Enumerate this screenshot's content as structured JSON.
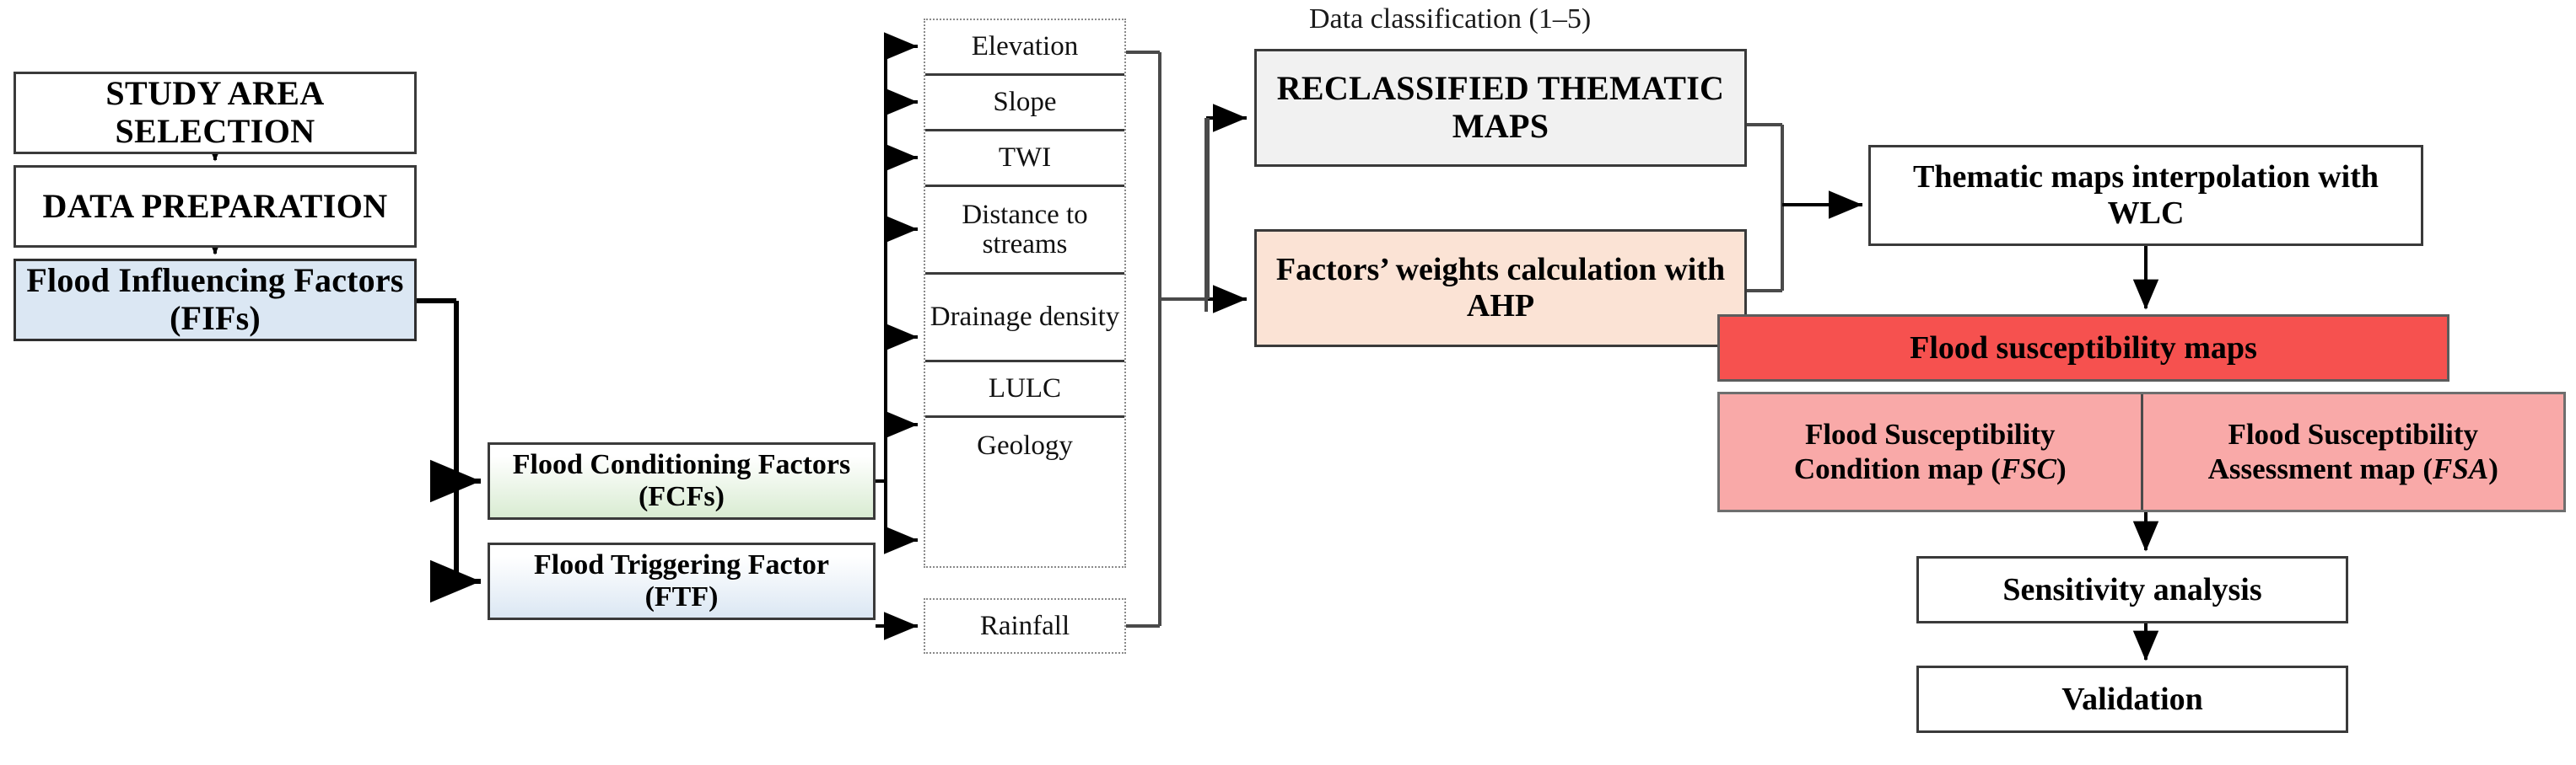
{
  "diagram": {
    "title_caption": "Data classification (1–5)",
    "colors": {
      "fifs_fill": "#dbe7f3",
      "fcfs_fill": "#d9ecd2",
      "ftf_fill": "#dbe7f3",
      "reclassified_fill": "#f1f1f1",
      "ahp_fill": "#fbe3d5",
      "flood_susceptibility_maps_fill": "#f6514f",
      "fsc_fsa_fill": "#f9a9a8",
      "border": "#3a3a3a",
      "text": "#000000"
    },
    "left_column": {
      "study_area": "STUDY AREA SELECTION",
      "data_preparation": "DATA PREPARATION",
      "flood_influencing_factors": "Flood Influencing Factors (FIFs)"
    },
    "factor_groups": {
      "conditioning": "Flood Conditioning Factors (FCFs)",
      "triggering": "Flood Triggering Factor (FTF)"
    },
    "conditioning_factors": [
      "Elevation",
      "Slope",
      "TWI",
      "Distance to streams",
      "Drainage density",
      "LULC",
      "Geology"
    ],
    "triggering_factors": [
      "Rainfall"
    ],
    "processing": {
      "reclassified_thematic_maps": "RECLASSIFIED THEMATIC MAPS",
      "factors_weights_ahp": "Factors’ weights calculation with AHP"
    },
    "outputs": {
      "wlc": "Thematic maps interpolation with WLC",
      "flood_susceptibility_maps": "Flood susceptibility maps",
      "fsc_line1": "Flood Susceptibility",
      "fsc_line2_pre": "Condition map (",
      "fsc_abbr": "FSC",
      "fsc_line2_post": ")",
      "fsa_line1": "Flood Susceptibility",
      "fsa_line2_pre": "Assessment map (",
      "fsa_abbr": "FSA",
      "fsa_line2_post": ")",
      "sensitivity_analysis": "Sensitivity analysis",
      "validation": "Validation"
    }
  }
}
